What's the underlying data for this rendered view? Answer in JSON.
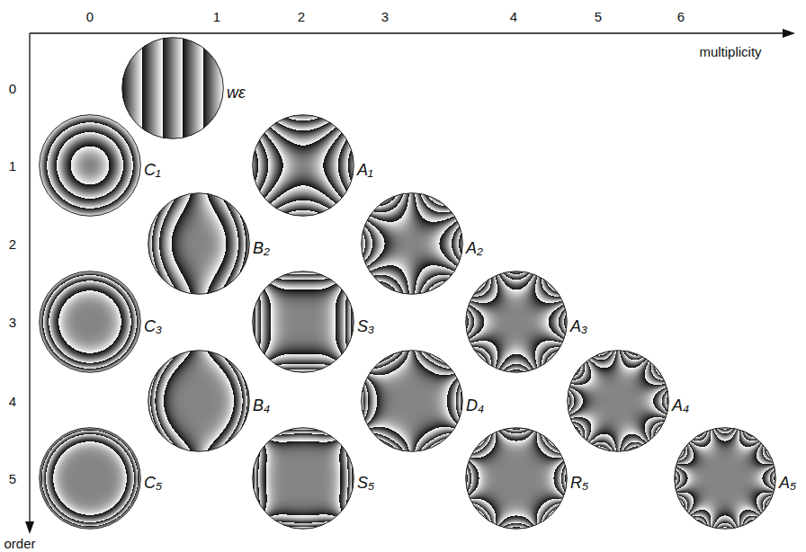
{
  "diagram": {
    "nodes": [
      {
        "text": [
          "wε"
        ]
      },
      {
        "text": [
          "C₁"
        ]
      },
      {
        "text": [
          "A₁"
        ]
      },
      {
        "text": [
          "B₂"
        ]
      },
      {
        "text": [
          "A₂"
        ]
      },
      {
        "text": [
          "C₃"
        ]
      },
      {
        "text": [
          "S₃"
        ]
      },
      {
        "text": [
          "A₃"
        ]
      },
      {
        "text": [
          "B₄"
        ]
      },
      {
        "text": [
          "D₄"
        ]
      },
      {
        "text": [
          "A₄"
        ]
      },
      {
        "text": [
          "C₅"
        ]
      },
      {
        "text": [
          "S₅"
        ]
      },
      {
        "text": [
          "R₅"
        ]
      },
      {
        "text": [
          "A₅"
        ]
      }
    ],
    "labels": [
      "0",
      "1",
      "2",
      "3",
      "4",
      "5",
      "6",
      "multiplicity",
      "0",
      "1",
      "2",
      "3",
      "4",
      "5",
      "order"
    ]
  }
}
